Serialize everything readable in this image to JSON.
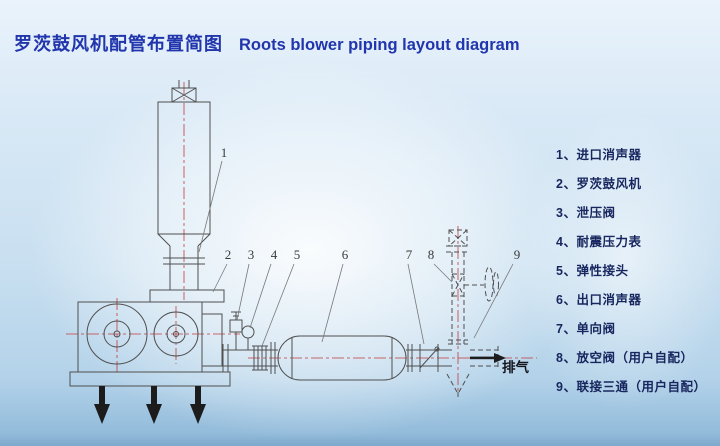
{
  "title": {
    "cn": "罗茨鼓风机配管布置简图",
    "en": "Roots blower piping layout diagram"
  },
  "legend": {
    "items": [
      "1、进口消声器",
      "2、罗茨鼓风机",
      "3、泄压阀",
      "4、耐震压力表",
      "5、弹性接头",
      "6、出口消声器",
      "7、单向阀",
      "8、放空阀（用户自配）",
      "9、联接三通（用户自配）"
    ]
  },
  "diagram": {
    "callouts": [
      "1",
      "2",
      "3",
      "4",
      "5",
      "6",
      "7",
      "8",
      "9"
    ],
    "exhaust_label": "排气"
  },
  "colors": {
    "title_blue": "#2135ad",
    "legend_text": "#17265e",
    "drawing_line": "#4f4f4f",
    "centerline_red": "#c23b3b",
    "background_blue": "#c8dff0"
  }
}
